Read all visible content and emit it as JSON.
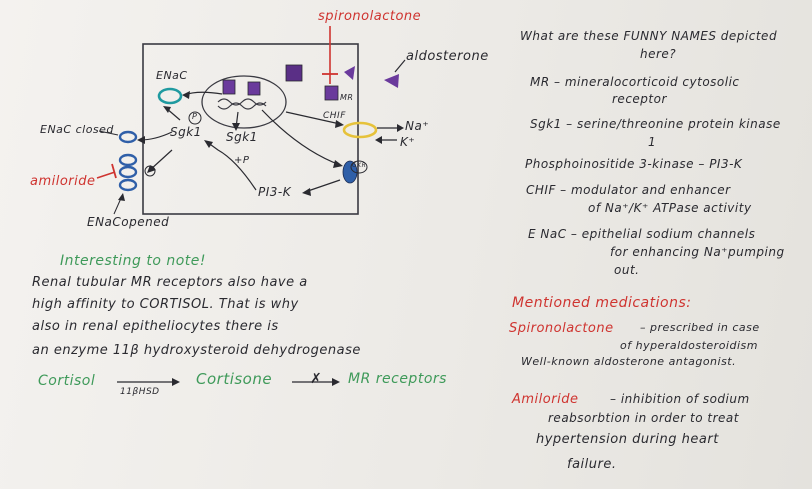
{
  "diagram": {
    "labels": {
      "spironolactone": "spironolactone",
      "aldosterone": "aldosterone",
      "enac": "ENaC",
      "mr": "MR",
      "chif": "CHIF",
      "na_plus": "Na⁺",
      "k_plus": "K⁺",
      "sgk1_a": "Sgk1",
      "sgk1_b": "Sgk1",
      "circle_p": "P",
      "plus_p": "+P",
      "pi3k": "PI3-K",
      "gkr": "GKR",
      "enac_closed": "ENaC closed",
      "amiloride": "amiloride",
      "enac_opened": "ENaCopened"
    },
    "colors": {
      "ink": "#2a2a30",
      "red": "#cf3430",
      "green": "#3f9a5a",
      "purple": "#6a3a9c",
      "teal": "#1f9aa0",
      "blue": "#2f5fa8",
      "yellow": "#e6c23a"
    }
  },
  "notes": {
    "heading_line1": "What are these FUNNY NAMES depicted",
    "heading_line2": "here?",
    "mr_1": "MR – mineralocorticoid cytosolic",
    "mr_2": "receptor",
    "sgk_1": "Sgk1 – serine/threonine protein kinase",
    "sgk_2": "1",
    "pi3k_1": "Phosphoinositide 3-kinase – PI3-K",
    "chif_1": "CHIF – modulator and enhancer",
    "chif_2": "of Na⁺/K⁺ ATPase activity",
    "enac_1": "E NaC – epithelial sodium channels",
    "enac_2": "for enhancing Na⁺pumping",
    "enac_3": "out."
  },
  "interesting": {
    "title": "Interesting to note!",
    "line1": "Renal tubular MR receptors also have a",
    "line2": "high affinity to CORTISOL. That is why",
    "line3": "also in renal epitheliocytes there is",
    "line4": "an enzyme 11β hydroxysteroid dehydrogenase",
    "eq_cortisol": "Cortisol",
    "eq_enzyme": "11βHSD",
    "eq_cortisone": "Cortisone",
    "eq_x": "✗",
    "eq_mr": "MR receptors"
  },
  "medications": {
    "title": "Mentioned medications:",
    "spiro_name": "Spironolactone",
    "spiro_desc": "– prescribed in case",
    "spiro_2": "of hyperaldosteroidism",
    "spiro_3": "Well-known aldosterone antagonist.",
    "amil_name": "Amiloride",
    "amil_desc": "– inhibition of sodium",
    "amil_2": "reabsorbtion in order to treat",
    "amil_3": "hypertension during heart",
    "amil_4": "failure."
  }
}
